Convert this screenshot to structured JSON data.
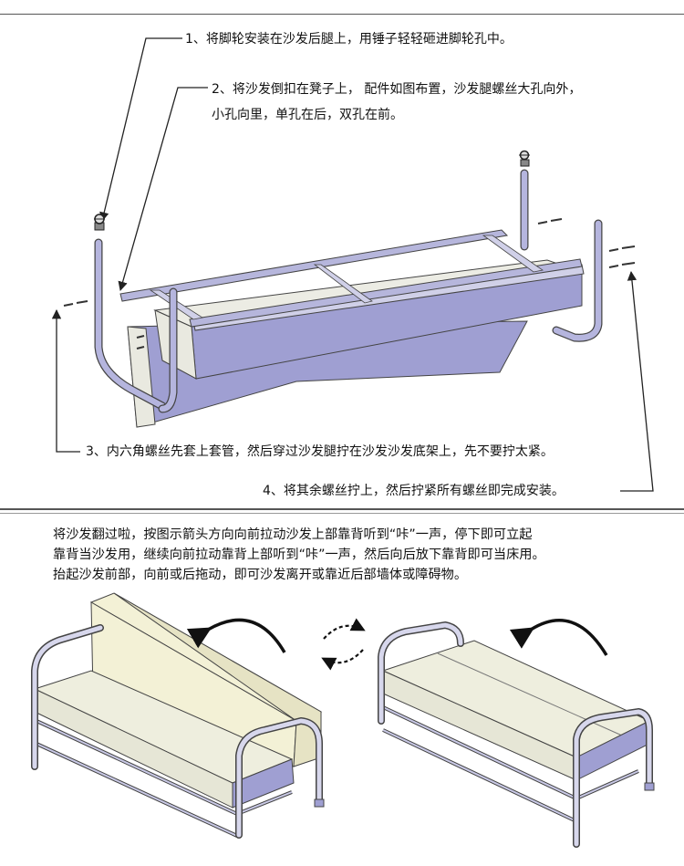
{
  "steps": [
    {
      "text": "1、将脚轮安装在沙发后腿上，用锤子轻轻砸进脚轮孔中。"
    },
    {
      "line1": "2、将沙发倒扣在凳子上， 配件如图布置，沙发腿螺丝大孔向外，",
      "line2": "小孔向里，单孔在后，双孔在前。"
    },
    {
      "text": "3、内六角螺丝先套上套管，然后穿过沙发腿拧在沙发沙发底架上，先不要拧太紧。"
    },
    {
      "text": "4、将其余螺丝拧上，然后拧紧所有螺丝即完成安装。"
    }
  ],
  "conversion": {
    "line1": "将沙发翻过啦，按图示箭头方向向前拉动沙发上部靠背听到“咔”一声，停下即可立起",
    "line2": "靠背当沙发用，继续向前拉动靠背上部听到“咔”一声，然后向后放下靠背即可当床用。",
    "line3": "抬起沙发前部，向前或后拖动，即可沙发离开或靠近后部墙体或障碍物。"
  },
  "colors": {
    "frame_blue": "#9f9fd2",
    "frame_blue_dark": "#7b7bb8",
    "panel_light": "#e9e9e0",
    "cushion": "#eeeede",
    "back_cushion": "#f3f1d6",
    "line": "#333333"
  },
  "icons": [
    "caster-icon",
    "screw-icon",
    "rotate-arrow-icon",
    "cycle-arrows-icon"
  ]
}
